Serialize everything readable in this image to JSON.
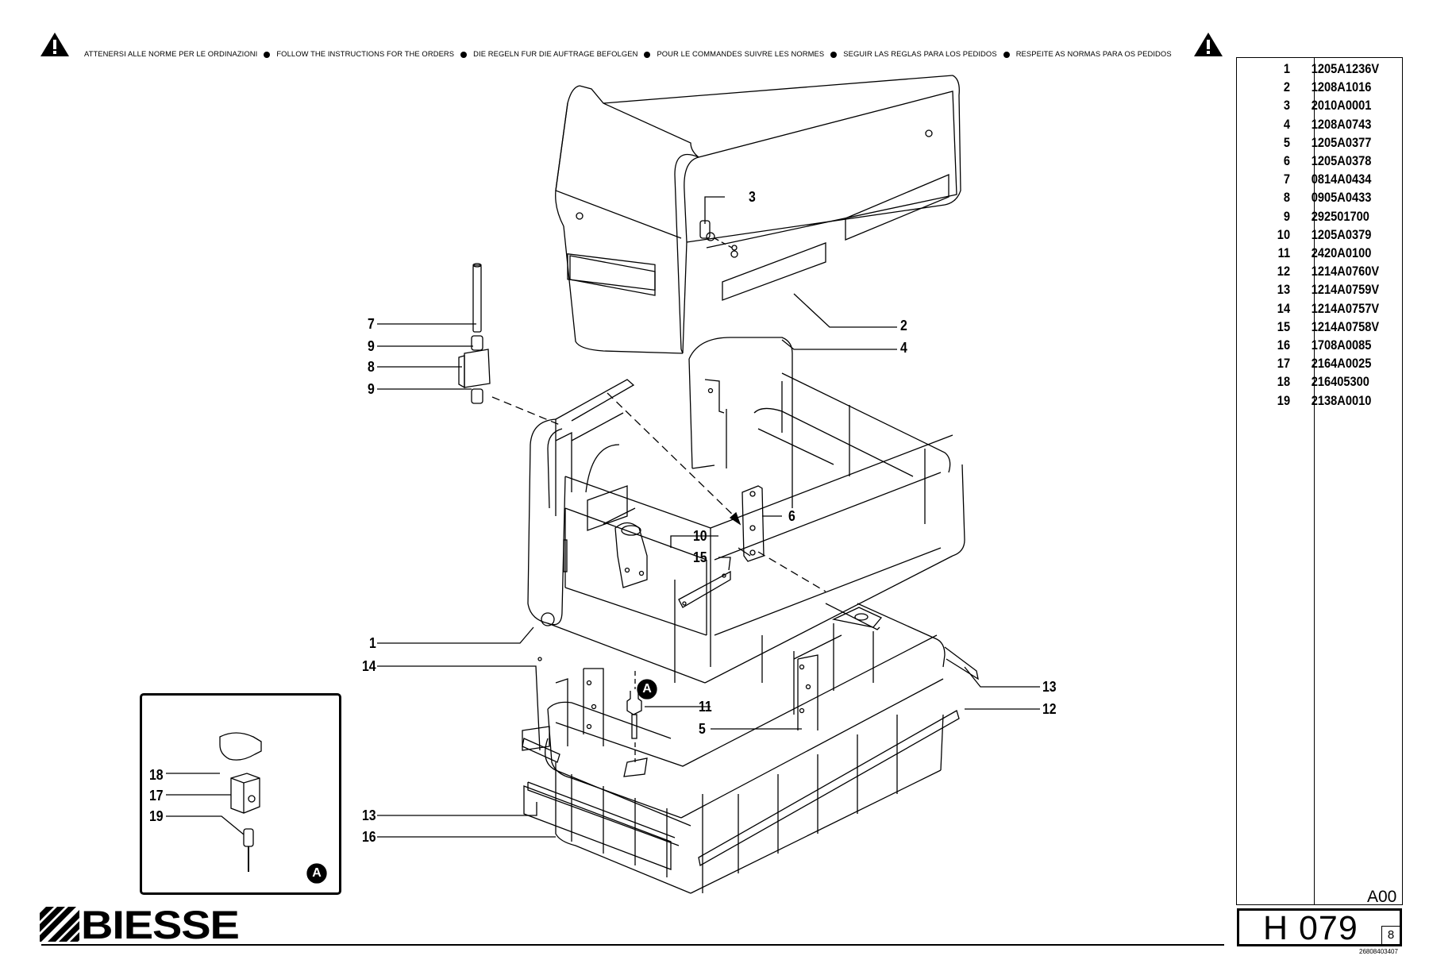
{
  "header": {
    "warning_text": [
      "ATTENERSI ALLE NORME PER LE ORDINAZIONI",
      "FOLLOW THE INSTRUCTIONS FOR THE ORDERS",
      "DIE REGELN FUR DIE AUFTRAGE BEFOLGEN",
      "POUR LE COMMANDES SUIVRE LES NORMES",
      "SEGUIR LAS REGLAS PARA LOS PEDIDOS",
      "RESPEITE AS NORMAS PARA OS PEDIDOS"
    ],
    "warning_icon": "warning-triangle-icon"
  },
  "parts_list": [
    {
      "num": "1",
      "code": "1205A1236V"
    },
    {
      "num": "2",
      "code": "1208A1016"
    },
    {
      "num": "3",
      "code": "2010A0001"
    },
    {
      "num": "4",
      "code": "1208A0743"
    },
    {
      "num": "5",
      "code": "1205A0377"
    },
    {
      "num": "6",
      "code": "1205A0378"
    },
    {
      "num": "7",
      "code": "0814A0434"
    },
    {
      "num": "8",
      "code": "0905A0433"
    },
    {
      "num": "9",
      "code": "292501700"
    },
    {
      "num": "10",
      "code": "1205A0379"
    },
    {
      "num": "11",
      "code": "2420A0100"
    },
    {
      "num": "12",
      "code": "1214A0760V"
    },
    {
      "num": "13",
      "code": "1214A0759V"
    },
    {
      "num": "14",
      "code": "1214A0757V"
    },
    {
      "num": "15",
      "code": "1214A0758V"
    },
    {
      "num": "16",
      "code": "1708A0085"
    },
    {
      "num": "17",
      "code": "2164A0025"
    },
    {
      "num": "18",
      "code": "216405300"
    },
    {
      "num": "19",
      "code": "2138A0010"
    }
  ],
  "revision": "A00",
  "sheet": {
    "code": "H 079",
    "page": "8"
  },
  "document_number": "26808403407",
  "brand": {
    "name": "BIESSE",
    "logo_icon": "biesse-stripes-logo-icon"
  },
  "callouts": {
    "c1": "1",
    "c2": "2",
    "c3": "3",
    "c4": "4",
    "c5": "5",
    "c6": "6",
    "c7": "7",
    "c8": "8",
    "c9a": "9",
    "c9b": "9",
    "c10": "10",
    "c11": "11",
    "c12": "12",
    "c13a": "13",
    "c13b": "13",
    "c14": "14",
    "c15": "15",
    "c16": "16",
    "c17": "17",
    "c18": "18",
    "c19": "19"
  },
  "detail_marker": "A",
  "inset_marker": "A"
}
